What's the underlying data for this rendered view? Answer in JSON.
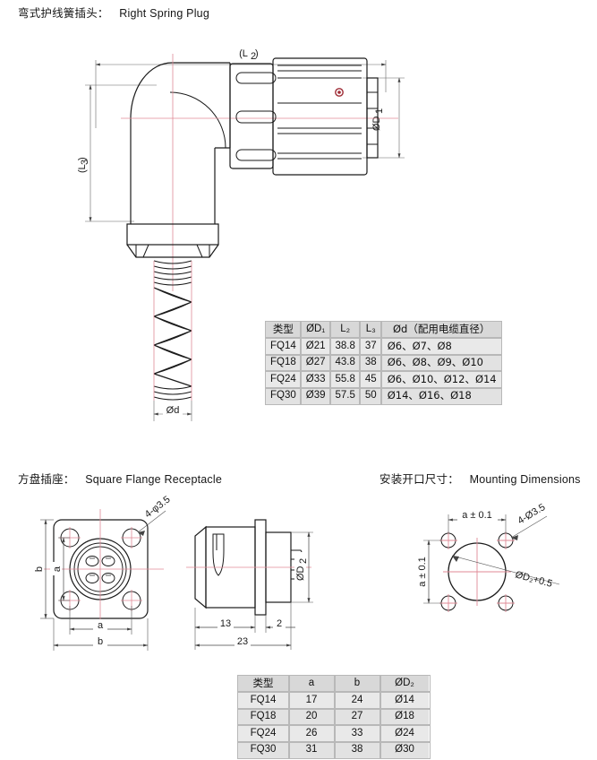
{
  "sections": {
    "plug": {
      "title_cn": "弯式护线簧插头：",
      "title_en": "Right Spring Plug",
      "dimensions": {
        "length_l2": "(L₂)",
        "length_l3": "(L₃)",
        "diameter_d1": "ØD₁",
        "diameter_d": "Ød"
      }
    },
    "receptacle": {
      "title_cn": "方盘插座：",
      "title_en": "Square Flange Receptacle",
      "dimensions": {
        "holes": "4-φ3.5",
        "width_a": "a",
        "width_b": "b",
        "height_a": "a",
        "height_b": "b",
        "diameter_d2": "ØD₂",
        "depth_13": "13",
        "depth_2": "2",
        "depth_23": "23"
      }
    },
    "mounting": {
      "title_cn": "安装开口尺寸：",
      "title_en": "Mounting Dimensions",
      "dimensions": {
        "horizontal": "a ± 0.1",
        "vertical": "a ± 0.1",
        "holes": "4-Ø3.5",
        "bore": "ØD₂+0.5"
      }
    }
  },
  "table_plug": {
    "headers": [
      "类型",
      "ØD₁",
      "L₂",
      "L₃",
      "Ød（配用电缆直径）"
    ],
    "rows": [
      [
        "FQ14",
        "Ø21",
        "38.8",
        "37",
        "Ø6、Ø7、Ø8"
      ],
      [
        "FQ18",
        "Ø27",
        "43.8",
        "38",
        "Ø6、Ø8、Ø9、Ø10"
      ],
      [
        "FQ24",
        "Ø33",
        "55.8",
        "45",
        "Ø6、Ø10、Ø12、Ø14"
      ],
      [
        "FQ30",
        "Ø39",
        "57.5",
        "50",
        "Ø14、Ø16、Ø18"
      ]
    ]
  },
  "table_receptacle": {
    "headers": [
      "类型",
      "a",
      "b",
      "ØD₂"
    ],
    "rows": [
      [
        "FQ14",
        "17",
        "24",
        "Ø14"
      ],
      [
        "FQ18",
        "20",
        "27",
        "Ø18"
      ],
      [
        "FQ24",
        "26",
        "33",
        "Ø24"
      ],
      [
        "FQ30",
        "31",
        "38",
        "Ø30"
      ]
    ]
  },
  "colors": {
    "line": "#1a1a1a",
    "centerline": "#e08a96",
    "table_header_bg": "#d8d8d8",
    "table_row_bg": "#e9e9e9",
    "marker_red": "#9e2b35"
  }
}
